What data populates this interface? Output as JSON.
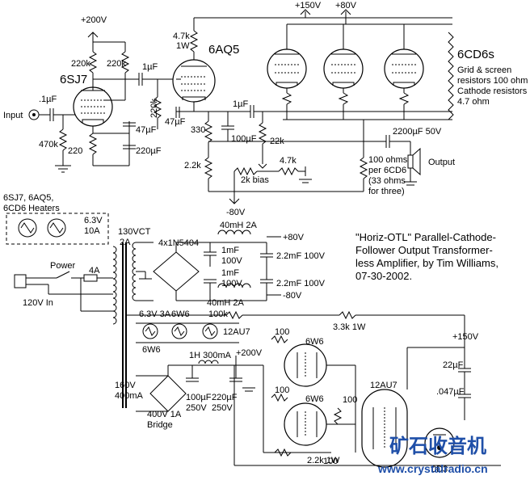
{
  "tubes": {
    "input_tube": "6SJ7",
    "driver_tube": "6AQ5",
    "output_tubes": "6CD6s",
    "tube_12au7": "12AU7",
    "tube_6w6": "6W6",
    "tube_0d3": "0D3"
  },
  "rails": {
    "b_plus_200": "+200V",
    "b_plus_150": "+150V",
    "b_plus_80": "+80V",
    "b_minus_80": "-80V",
    "psu_plus_80": "+80V",
    "psu_minus_80": "-80V",
    "reg_plus_200": "+200V",
    "reg_plus_150": "+150V"
  },
  "notes": {
    "output_note": [
      "Grid & screen",
      "resistors 100 ohm",
      "Cathode resistors",
      "4.7 ohm"
    ],
    "per_tube_note": [
      "100 ohms",
      "per 6CD6",
      "(33 ohms",
      "for three)"
    ],
    "heaters_note": [
      "6SJ7, 6AQ5,",
      "6CD6 Heaters"
    ],
    "title_lines": [
      "\"Horiz-OTL\" Parallel-Cathode-",
      "Follower Output Transformer-",
      "less Amplifier, by Tim Williams,",
      "07-30-2002."
    ]
  },
  "labels": {
    "input": "Input",
    "output": "Output",
    "power": "Power",
    "line_in": "120V In",
    "fuse": "4A",
    "heater_6v3": "6.3V",
    "heater_10a": "10A",
    "xfmr_hv": "130VCT",
    "xfmr_2a": "2A",
    "bridge_diodes": "4x1N5404",
    "choke_top": "40mH 2A",
    "choke_bottom": "40mH 2A",
    "heater_3a": "6.3V 3A",
    "xfmr_160v": "160V",
    "xfmr_400ma": "400mA",
    "bridge_rating": "400V 1A",
    "bridge_label": "Bridge",
    "choke_1h": "1H 300mA",
    "bias_pot": "2k bias",
    "watermark_cn": "矿石收音机",
    "watermark_url": "www.crystalradio.cn"
  },
  "components": {
    "r_220k_a": "220k",
    "r_220k_b": "220k",
    "r_220k_c": "220k",
    "r_470k": "470k",
    "r_220": "220",
    "r_4k7_1w": "4.7k",
    "r_1w": "1W",
    "r_330": "330",
    "r_2k2": "2.2k",
    "r_22k": "22k",
    "r_4k7": "4.7k",
    "r_100k": "100k",
    "r_3k3": "3.3k 1W",
    "r_100_a": "100",
    "r_100_b": "100",
    "r_100_c": "100",
    "r_100_d": "100",
    "r_100_e": "100",
    "r_2k2_1w": "2.2k 1W",
    "c_in": ".1µF",
    "c_coupling": "1µF",
    "c_47uf_a": "47µF",
    "c_47uf_b": "47µF",
    "c_220uf": "220µF",
    "c_1uf_out": "1µF",
    "c_100uf": "100µF",
    "c_2200uf": "2200µF 50V",
    "c_1mf_a": "1mF",
    "c_100v_a": "100V",
    "c_1mf_b": "1mF",
    "c_100v_b": "100V",
    "c_2m2_a": "2.2mF 100V",
    "c_2m2_b": "2.2mF 100V",
    "c_100uf_250": "100µF",
    "c_250v_a": "250V",
    "c_220uf_250": "220µF",
    "c_250v_b": "250V",
    "c_22uf": "22µF",
    "c_047": ".047µF"
  }
}
